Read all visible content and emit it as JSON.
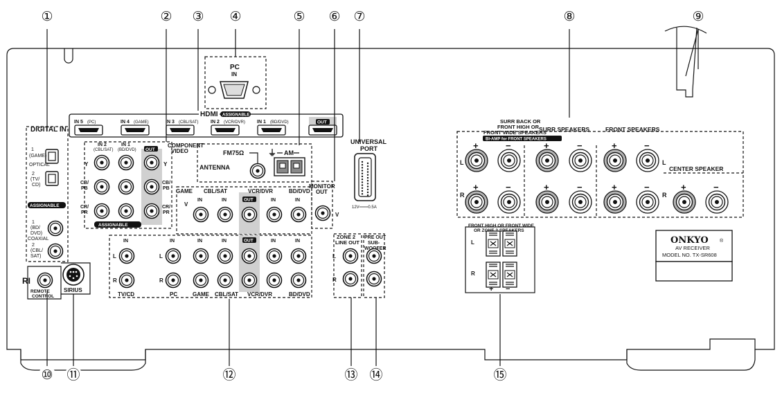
{
  "brand": {
    "logo": "ONKYO",
    "reg": "®",
    "line1": "AV RECEIVER",
    "line2": "MODEL NO. TX-SR608"
  },
  "callouts": [
    "①",
    "②",
    "③",
    "④",
    "⑤",
    "⑥",
    "⑦",
    "⑧",
    "⑨",
    "⑩",
    "⑪",
    "⑫",
    "⑬",
    "⑭",
    "⑮"
  ],
  "digital_in": {
    "title": "DIGITAL IN",
    "optical": "OPTICAL",
    "coaxial": "COAXIAL",
    "assignable": "ASSIGNABLE",
    "opt1": [
      "1",
      "(GAME)"
    ],
    "opt2": [
      "2",
      "(TV/",
      "CD)"
    ],
    "coax1": [
      "1",
      "(BD/",
      "DVD)"
    ],
    "coax2": [
      "2",
      "(CBL/",
      "SAT)"
    ]
  },
  "pc": {
    "title": "PC",
    "sub": "IN"
  },
  "hdmi": {
    "title": "HDMI",
    "assignable": "ASSIGNABLE",
    "ports": [
      {
        "a": "IN 5",
        "b": "(PC)"
      },
      {
        "a": "IN 4",
        "b": "(GAME)"
      },
      {
        "a": "IN 3",
        "b": "(CBL/SAT)"
      },
      {
        "a": "IN 2",
        "b": "(VCR/DVR)"
      },
      {
        "a": "IN 1",
        "b": "(BD/DVD)"
      },
      {
        "a": "OUT",
        "b": ""
      }
    ]
  },
  "component": {
    "title1": "COMPONENT",
    "title2": "VIDEO",
    "in2a": "IN 2",
    "in2b": "(CBL/SAT)",
    "in1a": "IN 1",
    "in1b": "(BD/DVD)",
    "out": "OUT",
    "y": "Y",
    "cb1": "CB/",
    "cb2": "PB",
    "cr1": "CR/",
    "cr2": "PR",
    "assignable": "ASSIGNABLE"
  },
  "antenna": {
    "label": "ANTENNA",
    "fm": "FM75Ω",
    "am": "AM",
    "ground": "⏚"
  },
  "monitor": {
    "l1": "MONITOR",
    "l2": "OUT",
    "v": "V"
  },
  "universal": {
    "l1": "UNIVERSAL",
    "l2": "PORT",
    "power": "12V═══0.5A"
  },
  "video_in": {
    "cols": [
      "GAME",
      "CBL/SAT",
      "VCR/DVR",
      "BD/DVD"
    ],
    "in": "IN",
    "out": "OUT",
    "v": "V"
  },
  "audio_in": {
    "bottom": [
      "TV/CD",
      "PC",
      "GAME",
      "CBL/SAT",
      "VCR/DVR",
      "BD/DVD"
    ],
    "in": "IN",
    "out": "OUT",
    "l": "L",
    "r": "R"
  },
  "speakers": {
    "title1": "SURR BACK OR",
    "title2": "FRONT HIGH OR",
    "title3": "FRONT WIDE SPEAKERS",
    "biamp": "BI-AMP for FRONT SPEAKERS",
    "surr": "SURR SPEAKERS",
    "front": "FRONT SPEAKERS",
    "center": "CENTER SPEAKER",
    "l": "L",
    "r": "R",
    "plus": "+",
    "minus": "−"
  },
  "zone2": {
    "l1": "ZONE 2",
    "l2": "LINE OUT",
    "l": "L",
    "r": "R"
  },
  "preout": {
    "l1": "PRE OUT",
    "l2": "SUB-",
    "l3": "WOOFER"
  },
  "zone2spk": {
    "l1": "FRONT HIGH OR FRONT WIDE",
    "l2": "OR ZONE 2 SPEAKERS",
    "l": "L",
    "r": "R",
    "plus": "+",
    "minus": "−"
  },
  "remote": {
    "ri": "RI",
    "l1": "REMOTE",
    "l2": "CONTROL"
  },
  "sirius": {
    "label": "SIRIUS"
  }
}
